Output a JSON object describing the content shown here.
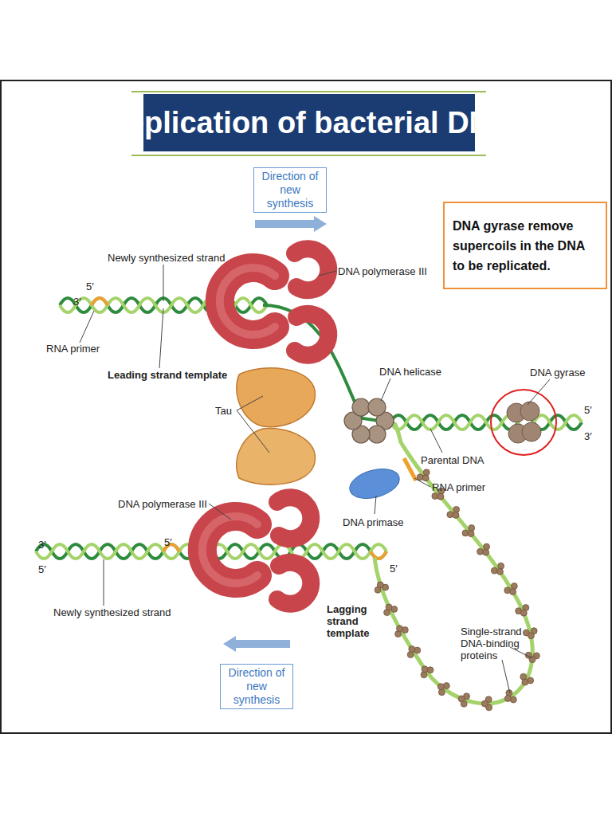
{
  "diagram": {
    "title": "Replication of bacterial DNA",
    "nodes": [
      {
        "text": [
          "Direction of new synthesis"
        ]
      },
      {
        "text": [
          "DNA gyrase remove supercoils in the DNA to be replicated."
        ]
      },
      {
        "text": [
          "Direction of new synthesis"
        ]
      }
    ],
    "labels": [
      "Newly synthesized strand",
      "DNA polymerase III",
      "5′",
      "3′",
      "RNA primer",
      "Leading strand template",
      "DNA helicase",
      "DNA gyrase",
      "5′",
      "3′",
      "Tau",
      "Parental DNA",
      "RNA primer",
      "DNA primase",
      "DNA polymerase III",
      "3′",
      "5′",
      "5′",
      "Newly synthesized strand",
      "5′",
      "Lagging strand template",
      "Single-strand DNA-binding proteins"
    ]
  }
}
